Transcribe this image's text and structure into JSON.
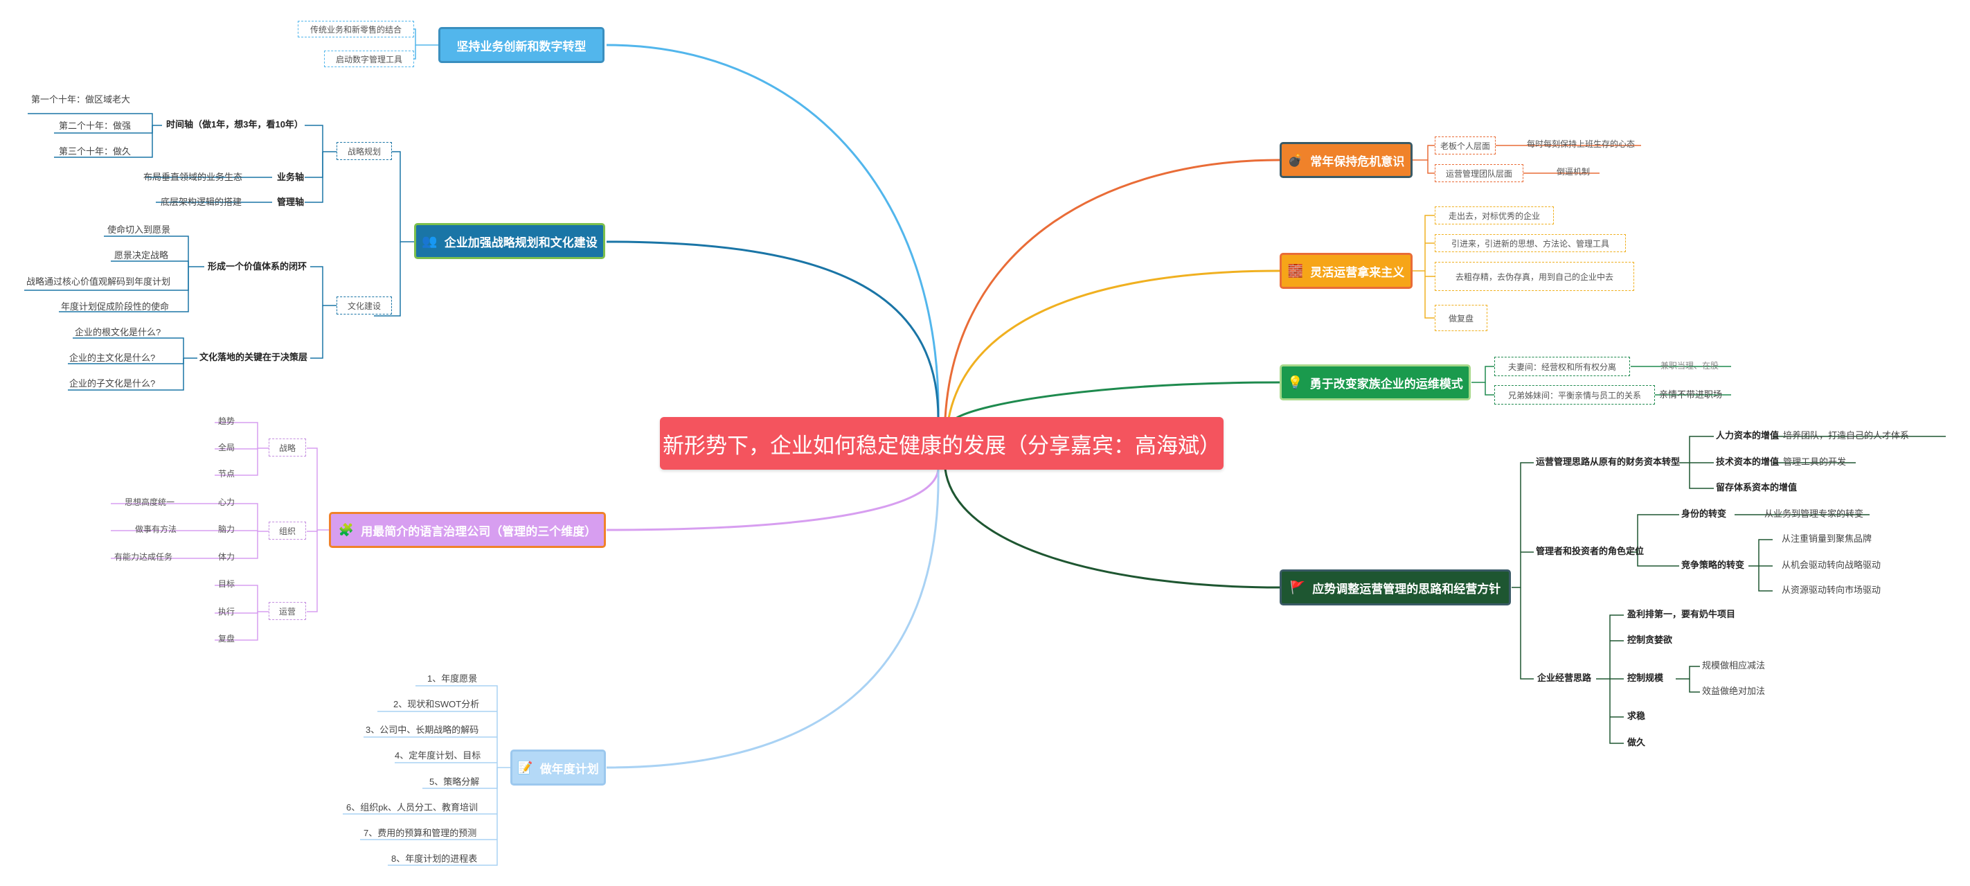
{
  "central_title": "新形势下，企业如何稳定健康的发展（分享嘉宾：高海斌）",
  "branches": {
    "innovation": {
      "label": "坚持业务创新和数字转型",
      "children": [
        "传统业务和新零售的结合",
        "启动数字管理工具"
      ]
    },
    "strategy_culture": {
      "label": "企业加强战略规划和文化建设",
      "strategy_planning": {
        "label": "战略规划",
        "time_axis": {
          "label": "时间轴（做1年，想3年，看10年）",
          "items": [
            "第一个十年：做区域老大",
            "第二个十年：做强",
            "第三个十年：做久"
          ]
        },
        "business_axis": {
          "label": "业务轴",
          "item": "布局垂直领域的业务生态"
        },
        "management_axis": {
          "label": "管理轴",
          "item": "底层架构逻辑的搭建"
        }
      },
      "culture_building": {
        "label": "文化建设",
        "value_loop": {
          "label": "形成一个价值体系的闭环",
          "items": [
            "使命切入到愿景",
            "愿景决定战略",
            "战略通过核心价值观解码到年度计划",
            "年度计划促成阶段性的使命"
          ]
        },
        "decision_layer": {
          "label": "文化落地的关键在于决策层",
          "items": [
            "企业的根文化是什么?",
            "企业的主文化是什么?",
            "企业的子文化是什么?"
          ]
        }
      }
    },
    "simple_language": {
      "label": "用最简介的语言治理公司（管理的三个维度）",
      "strategy": {
        "label": "战略",
        "items": [
          "趋势",
          "全局",
          "节点"
        ]
      },
      "organization": {
        "label": "组织",
        "items": [
          {
            "label": "心力",
            "note": "思想高度统一"
          },
          {
            "label": "脑力",
            "note": "做事有方法"
          },
          {
            "label": "体力",
            "note": "有能力达成任务"
          }
        ]
      },
      "operation": {
        "label": "运营",
        "items": [
          "目标",
          "执行",
          "复盘"
        ]
      }
    },
    "annual_plan": {
      "label": "做年度计划",
      "items": [
        "1、年度愿景",
        "2、现状和SWOT分析",
        "3、公司中、长期战略的解码",
        "4、定年度计划、目标",
        "5、策略分解",
        "6、组织pk、人员分工、教育培训",
        "7、费用的预算和管理的预测",
        "8、年度计划的进程表"
      ]
    },
    "crisis": {
      "label": "常年保持危机意识",
      "items": [
        {
          "label": "老板个人层面",
          "note": "每时每刻保持上班生存的心态"
        },
        {
          "label": "运营管理团队层面",
          "note": "倒逼机制"
        }
      ]
    },
    "pragmatism": {
      "label": "灵活运营拿来主义",
      "items": [
        "走出去，对标优秀的企业",
        "引进来，引进新的思想、方法论、管理工具",
        "去粗存精，去伪存真，用到自己的企业中去",
        "做复盘"
      ]
    },
    "family": {
      "label": "勇于改变家族企业的运维模式",
      "items": [
        {
          "label": "夫妻间：经营权和所有权分离",
          "note": "兼职当理、在股"
        },
        {
          "label": "兄弟姊妹间：平衡亲情与员工的关系",
          "note": "亲情不带进职场"
        }
      ]
    },
    "operations": {
      "label": "应势调整运营管理的思路和经营方针",
      "transformation": {
        "label": "运营管理思路从原有的财务资本转型",
        "items": [
          {
            "label": "人力资本的增值",
            "note": "培养团队，打造自己的人才体系"
          },
          {
            "label": "技术资本的增值",
            "note": "管理工具的开发"
          },
          {
            "label": "留存体系资本的增值",
            "note": ""
          }
        ]
      },
      "roles": {
        "label": "管理者和投资者的角色定位",
        "identity": {
          "label": "身份的转变",
          "items": [
            "从业务到管理专家的转变"
          ]
        },
        "competition": {
          "label": "竞争策略的转变",
          "items": [
            "从注重销量到聚焦品牌",
            "从机会驱动转向战略驱动",
            "从资源驱动转向市场驱动"
          ]
        }
      },
      "business_thinking": {
        "label": "企业经营思路",
        "items": [
          "盈利排第一，要有奶牛项目",
          "控制贪婪欲",
          "控制规模",
          "求稳",
          "做久"
        ],
        "scale_notes": [
          "规模做相应减法",
          "效益做绝对加法"
        ]
      }
    }
  },
  "colors": {
    "central": "#f4545e",
    "innovation": "#52b6ec",
    "strategy": "#1a75a6",
    "language": "#d79ef0",
    "annual": "#b4d9f7",
    "crisis": "#f0822a",
    "pragmatism": "#f6a518",
    "family": "#1a9a4d",
    "operations": "#1e5631"
  }
}
